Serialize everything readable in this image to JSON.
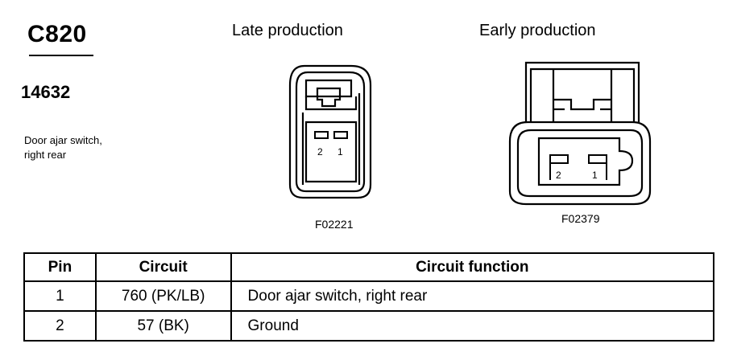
{
  "connector": {
    "id": "C820",
    "part_number": "14632",
    "description_line1": "Door ajar switch,",
    "description_line2": "right rear"
  },
  "views": {
    "late": {
      "title": "Late production",
      "code": "F02221",
      "pins": [
        "2",
        "1"
      ]
    },
    "early": {
      "title": "Early production",
      "code": "F02379",
      "pins": [
        "2",
        "1"
      ]
    }
  },
  "table": {
    "headers": [
      "Pin",
      "Circuit",
      "Circuit function"
    ],
    "rows": [
      {
        "pin": "1",
        "circuit": "760 (PK/LB)",
        "function": "Door ajar switch, right rear"
      },
      {
        "pin": "2",
        "circuit": "57 (BK)",
        "function": "Ground"
      }
    ]
  }
}
